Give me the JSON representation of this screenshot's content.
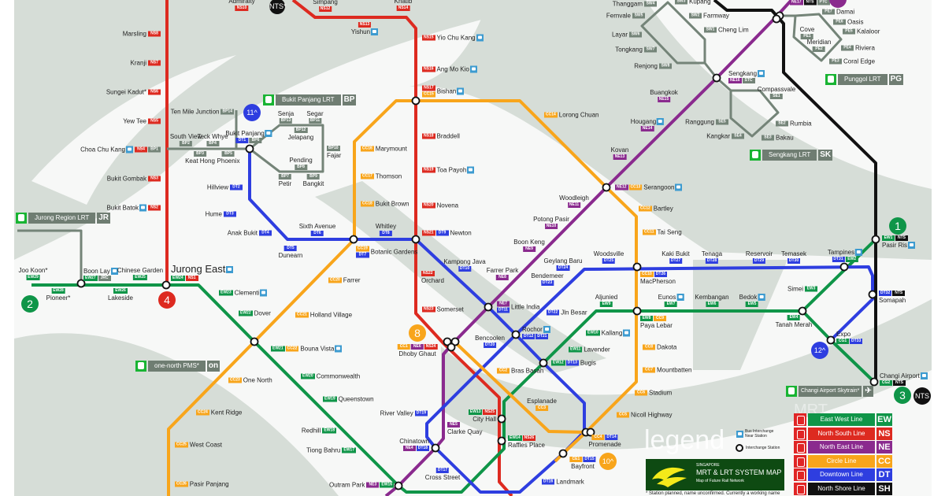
{
  "colors": {
    "EW": "#0f9548",
    "NS": "#dd2a20",
    "NE": "#8a2a8e",
    "CC": "#f8a51b",
    "DT": "#2e3ee0",
    "SH": "#111111",
    "LRT": "#748478",
    "CG": "#0f9548",
    "background_grey": "#d6ddd7",
    "background_white": "#f7f8f7"
  },
  "stations": [
    {
      "name": "Admiralty",
      "codes": [
        "NS10"
      ]
    },
    {
      "name": "Marsling",
      "codes": [
        "NS8"
      ]
    },
    {
      "name": "Kranji",
      "codes": [
        "NS7"
      ]
    },
    {
      "name": "Sungei Kadut*",
      "codes": [
        "NS6"
      ]
    },
    {
      "name": "Yew Tee",
      "codes": [
        "NS5"
      ]
    },
    {
      "name": "Choa Chu Kang",
      "codes": [
        "NS4",
        "BP1"
      ],
      "bus": true
    },
    {
      "name": "Bukit Gombak",
      "codes": [
        "NS3"
      ]
    },
    {
      "name": "Bukit Batok",
      "codes": [
        "NS2"
      ],
      "bus": true
    },
    {
      "name": "Jurong East",
      "codes": [
        "EW24",
        "NS1"
      ],
      "bus": true
    },
    {
      "name": "Simpang",
      "codes": [
        "NS12"
      ]
    },
    {
      "name": "Yishun",
      "codes": [
        "NS13"
      ],
      "bus": true
    },
    {
      "name": "Khatib",
      "codes": [
        "NS14"
      ]
    },
    {
      "name": "Yio Chu Kang",
      "codes": [
        "NS15"
      ],
      "bus": true
    },
    {
      "name": "Ang Mo Kio",
      "codes": [
        "NS16"
      ],
      "bus": true
    },
    {
      "name": "Bishan",
      "codes": [
        "NS17",
        "CC15"
      ],
      "bus": true
    },
    {
      "name": "Braddell",
      "codes": [
        "NS18"
      ]
    },
    {
      "name": "Toa Payoh",
      "codes": [
        "NS19"
      ],
      "bus": true
    },
    {
      "name": "Novena",
      "codes": [
        "NS20"
      ]
    },
    {
      "name": "Newton",
      "codes": [
        "NS21",
        "DT9"
      ]
    },
    {
      "name": "Orchard",
      "codes": [
        "NS22"
      ]
    },
    {
      "name": "Somerset",
      "codes": [
        "NS23"
      ]
    },
    {
      "name": "Dhoby Ghaut",
      "codes": [
        "CC1",
        "NE6",
        "NS24"
      ]
    },
    {
      "name": "City Hall",
      "codes": [
        "EW13",
        "NS25"
      ]
    },
    {
      "name": "Raffles Place",
      "codes": [
        "EW14",
        "NS26"
      ]
    },
    {
      "name": "Joo Koon*",
      "codes": [
        "EW29"
      ]
    },
    {
      "name": "Pioneer*",
      "codes": [
        "EW28"
      ]
    },
    {
      "name": "Boon Lay",
      "codes": [
        "EW27",
        "JRC"
      ],
      "bus": true
    },
    {
      "name": "Lakeside",
      "codes": [
        "EW26"
      ]
    },
    {
      "name": "Chinese Garden",
      "codes": [
        "EW25"
      ]
    },
    {
      "name": "Clementi",
      "codes": [
        "EW23"
      ],
      "bus": true
    },
    {
      "name": "Dover",
      "codes": [
        "EW22"
      ]
    },
    {
      "name": "Bouna Vista",
      "codes": [
        "EW21",
        "CC22"
      ],
      "bus": true
    },
    {
      "name": "Commonwealth",
      "codes": [
        "EW20"
      ]
    },
    {
      "name": "Queenstown",
      "codes": [
        "EW19"
      ]
    },
    {
      "name": "Redhill",
      "codes": [
        "EW18"
      ]
    },
    {
      "name": "Tiong Bahru",
      "codes": [
        "EW17"
      ]
    },
    {
      "name": "Outram Park",
      "codes": [
        "NE3",
        "EW16"
      ]
    },
    {
      "name": "Kallang",
      "codes": [
        "EW10"
      ],
      "bus": true
    },
    {
      "name": "Lavender",
      "codes": [
        "EW11"
      ]
    },
    {
      "name": "Bugis",
      "codes": [
        "EW12",
        "DT13"
      ]
    },
    {
      "name": "Aljunied",
      "codes": [
        "EW9"
      ]
    },
    {
      "name": "Paya Lebar",
      "codes": [
        "EW8",
        "CC9"
      ]
    },
    {
      "name": "Eunos",
      "codes": [
        "EW7"
      ],
      "bus": true
    },
    {
      "name": "Kembangan",
      "codes": [
        "EW6"
      ]
    },
    {
      "name": "Bedok",
      "codes": [
        "EW5"
      ],
      "bus": true
    },
    {
      "name": "Tanah Merah",
      "codes": [
        "EW4"
      ]
    },
    {
      "name": "Simei",
      "codes": [
        "EW3"
      ]
    },
    {
      "name": "Tampines",
      "codes": [
        "DT31",
        "EW2"
      ],
      "bus": true
    },
    {
      "name": "Pasir Ris",
      "codes": [
        "EW1",
        "NTS"
      ],
      "bus": true
    },
    {
      "name": "Expo",
      "codes": [
        "CG1",
        "DT33"
      ]
    },
    {
      "name": "Changi Airport",
      "codes": [
        "CG2",
        "NTS"
      ],
      "bus": true
    },
    {
      "name": "",
      "codes": [
        "NE17",
        "NTS",
        "PTC"
      ]
    },
    {
      "name": "Sengkang",
      "codes": [
        "NE16",
        "STC"
      ],
      "bus": true
    },
    {
      "name": "Buangkok",
      "codes": [
        "NE15"
      ]
    },
    {
      "name": "Hougang",
      "codes": [
        "NE14"
      ],
      "bus": true
    },
    {
      "name": "Kovan",
      "codes": [
        "NE13"
      ]
    },
    {
      "name": "Serangoon",
      "codes": [
        "NE12",
        "CC13"
      ],
      "bus": true
    },
    {
      "name": "Woodleigh",
      "codes": [
        "NE11"
      ]
    },
    {
      "name": "Potong Pasir",
      "codes": [
        "NE10"
      ]
    },
    {
      "name": "Boon Keng",
      "codes": [
        "NE9"
      ]
    },
    {
      "name": "Farrer Park",
      "codes": [
        "NE8"
      ]
    },
    {
      "name": "Little India",
      "codes": [
        "NE7",
        "DT11"
      ]
    },
    {
      "name": "Clarke Quay",
      "codes": [
        "NE5"
      ]
    },
    {
      "name": "Chinatown",
      "codes": [
        "NE4",
        "DT18"
      ]
    },
    {
      "name": "Bukit Panjang",
      "codes": [
        "DT1",
        "BP6"
      ],
      "bus": true
    },
    {
      "name": "Hillview",
      "codes": [
        "DT2"
      ]
    },
    {
      "name": "Hume",
      "codes": [
        "DT3"
      ]
    },
    {
      "name": "Anak Bukit",
      "codes": [
        "DT4"
      ]
    },
    {
      "name": "Dunearn",
      "codes": [
        "DT5"
      ]
    },
    {
      "name": "Sixth Avenue",
      "codes": [
        "DT6"
      ]
    },
    {
      "name": "Botanic Gardens",
      "codes": [
        "CC19",
        "DT7"
      ]
    },
    {
      "name": "Whitley",
      "codes": [
        "DT8"
      ]
    },
    {
      "name": "Kampong Java",
      "codes": [
        "DT10"
      ]
    },
    {
      "name": "Rochor",
      "codes": [
        "DT12",
        "DT21"
      ],
      "bus": true
    },
    {
      "name": "Bencoolen",
      "codes": [
        "DT20"
      ]
    },
    {
      "name": "Jln Besar",
      "codes": [
        "DT22"
      ]
    },
    {
      "name": "Bendemeer",
      "codes": [
        "DT23"
      ]
    },
    {
      "name": "Geylang Baru",
      "codes": [
        "DT24"
      ]
    },
    {
      "name": "Woodsville",
      "codes": [
        "DT25"
      ]
    },
    {
      "name": "MacPherson",
      "codes": [
        "CC10",
        "DT26"
      ]
    },
    {
      "name": "Kaki Bukit",
      "codes": [
        "DT27"
      ]
    },
    {
      "name": "Tenaga",
      "codes": [
        "DT28"
      ]
    },
    {
      "name": "Reservoir",
      "codes": [
        "DT29"
      ]
    },
    {
      "name": "Temasek",
      "codes": [
        "DT30"
      ]
    },
    {
      "name": "Somapah",
      "codes": [
        "DT32",
        "NTS"
      ]
    },
    {
      "name": "Bras Basah",
      "codes": [
        "CC2"
      ]
    },
    {
      "name": "Esplanade",
      "codes": [
        "CC3"
      ]
    },
    {
      "name": "Promenade",
      "codes": [
        "CC4",
        "DT14"
      ]
    },
    {
      "name": "Bayfront",
      "codes": [
        "CE1",
        "DT15"
      ]
    },
    {
      "name": "Landmark",
      "codes": [
        "DT16"
      ]
    },
    {
      "name": "Cross Street",
      "codes": [
        "DT17"
      ]
    },
    {
      "name": "River Valley",
      "codes": [
        "DT19"
      ]
    },
    {
      "name": "Lorong Chuan",
      "codes": [
        "CC14"
      ]
    },
    {
      "name": "Marymount",
      "codes": [
        "CC16"
      ]
    },
    {
      "name": "Thomson",
      "codes": [
        "CC17"
      ]
    },
    {
      "name": "Bukit Brown",
      "codes": [
        "CC18"
      ]
    },
    {
      "name": "Farrer",
      "codes": [
        "CC20"
      ]
    },
    {
      "name": "Holland Village",
      "codes": [
        "CC21"
      ]
    },
    {
      "name": "One North",
      "codes": [
        "CC23"
      ]
    },
    {
      "name": "Kent Ridge",
      "codes": [
        "CC24"
      ]
    },
    {
      "name": "West Coast",
      "codes": [
        "CC25"
      ]
    },
    {
      "name": "Pasir Panjang",
      "codes": [
        "CC26"
      ]
    },
    {
      "name": "Bartley",
      "codes": [
        "CC12"
      ]
    },
    {
      "name": "Tai Seng",
      "codes": [
        "CC11"
      ]
    },
    {
      "name": "Dakota",
      "codes": [
        "CC8"
      ]
    },
    {
      "name": "Mountbatten",
      "codes": [
        "CC7"
      ]
    },
    {
      "name": "Stadium",
      "codes": [
        "CC6"
      ]
    },
    {
      "name": "Nicoll Highway",
      "codes": [
        "CC5"
      ]
    },
    {
      "name": "Ten Mile Junction",
      "codes": [
        "BP14"
      ]
    },
    {
      "name": "South View",
      "codes": [
        "BP2"
      ]
    },
    {
      "name": "Keat Hong",
      "codes": [
        "BP3"
      ]
    },
    {
      "name": "Teck Whye",
      "codes": [
        "BP4"
      ]
    },
    {
      "name": "Phoenix",
      "codes": [
        "BP5"
      ]
    },
    {
      "name": "Senja",
      "codes": [
        "BP13"
      ]
    },
    {
      "name": "Segar",
      "codes": [
        "BP11"
      ]
    },
    {
      "name": "Jelapang",
      "codes": [
        "BP12"
      ]
    },
    {
      "name": "Fajar",
      "codes": [
        "BP10"
      ]
    },
    {
      "name": "Pending",
      "codes": [
        "BP8"
      ]
    },
    {
      "name": "Petir",
      "codes": [
        "BP7"
      ]
    },
    {
      "name": "Bangkit",
      "codes": [
        "BP9"
      ]
    },
    {
      "name": "Thanggam",
      "codes": [
        "SW4"
      ]
    },
    {
      "name": "Kupang",
      "codes": [
        "SW3"
      ]
    },
    {
      "name": "Farmway",
      "codes": [
        "SW2"
      ]
    },
    {
      "name": "Fernvale",
      "codes": [
        "SW5"
      ]
    },
    {
      "name": "Cheng Lim",
      "codes": [
        "SW1"
      ]
    },
    {
      "name": "Layar",
      "codes": [
        "SW6"
      ]
    },
    {
      "name": "Tongkang",
      "codes": [
        "SW7"
      ]
    },
    {
      "name": "Renjong",
      "codes": [
        "SW8"
      ]
    },
    {
      "name": "Compassvale",
      "codes": [
        "SE1"
      ]
    },
    {
      "name": "Rumbia",
      "codes": [
        "SE2"
      ]
    },
    {
      "name": "Bakau",
      "codes": [
        "SE3"
      ]
    },
    {
      "name": "Kangkar",
      "codes": [
        "SE4"
      ]
    },
    {
      "name": "Ranggung",
      "codes": [
        "SE5"
      ]
    },
    {
      "name": "Damai",
      "codes": [
        "PE7"
      ]
    },
    {
      "name": "Oasis",
      "codes": [
        "PE6"
      ]
    },
    {
      "name": "Kalaloor",
      "codes": [
        "PE5"
      ]
    },
    {
      "name": "Riviera",
      "codes": [
        "PE4"
      ]
    },
    {
      "name": "Coral Edge",
      "codes": [
        "PE3"
      ]
    },
    {
      "name": "Cove",
      "codes": [
        "PE1"
      ]
    },
    {
      "name": "Meridian",
      "codes": [
        "PE2"
      ]
    }
  ],
  "lrt_labels": [
    {
      "label": "Bukit Panjang LRT",
      "code": "BP",
      "icon": "lrt-train-icon"
    },
    {
      "label": "Jurong Region LRT",
      "code": "JR",
      "icon": "lrt-train-icon"
    },
    {
      "label": "one-north PMS*",
      "code": "on",
      "icon": "lrt-train-icon"
    },
    {
      "label": "Sengkang LRT",
      "code": "SK",
      "icon": "lrt-train-icon"
    },
    {
      "label": "Punggol LRT",
      "code": "PG",
      "icon": "lrt-train-icon"
    },
    {
      "label": "Changi Airport Skytrain*",
      "code": "",
      "icon": "airplane-icon"
    }
  ],
  "markers": [
    {
      "text": "11^",
      "color": "#2e3ee0"
    },
    {
      "text": "2",
      "color": "#0f9548"
    },
    {
      "text": "4",
      "color": "#dd2a20"
    },
    {
      "text": "8",
      "color": "#f8a51b"
    },
    {
      "text": "10^",
      "color": "#f8a51b"
    },
    {
      "text": "12^",
      "color": "#2e3ee0"
    },
    {
      "text": "1",
      "color": "#0f9548"
    },
    {
      "text": "3",
      "color": "#0f9548"
    },
    {
      "text": "NTS*",
      "color": "#111111"
    },
    {
      "text": "NTS",
      "color": "#111111"
    }
  ],
  "legend": {
    "watermark": "legend",
    "mrt_watermark": "MRT",
    "bus_interchange": "Bus Interchange Near Station",
    "interchange_station": "Interchange Station",
    "lines": [
      {
        "label": "East West Line",
        "code": "EW",
        "color": "#0f9548"
      },
      {
        "label": "North South Line",
        "code": "NS",
        "color": "#dd2a20"
      },
      {
        "label": "North East Line",
        "code": "NE",
        "color": "#8a2a8e"
      },
      {
        "label": "Circle Line",
        "code": "CC",
        "color": "#f8a51b"
      },
      {
        "label": "Downtown Line",
        "code": "DT",
        "color": "#2e3ee0"
      },
      {
        "label": "North Shore Line",
        "code": "SH",
        "color": "#111111"
      }
    ],
    "logo": {
      "line1": "SINGAPORE",
      "line2": "MRT & LRT SYSTEM MAP",
      "line3": "Map of Future Rail Network"
    },
    "footnote": "* Station planned, name unconfirmed. Currently a working name"
  }
}
